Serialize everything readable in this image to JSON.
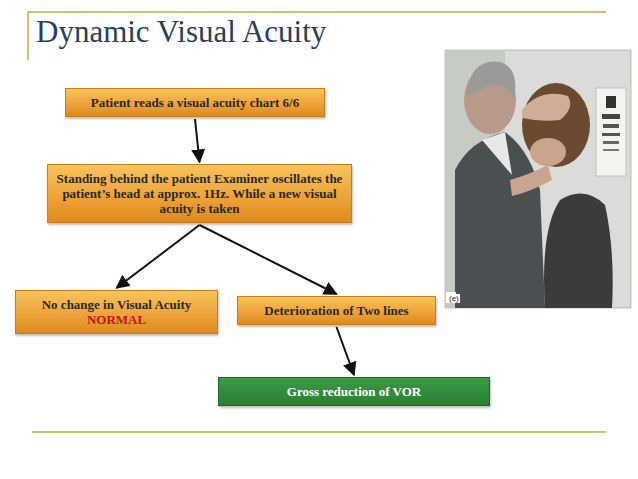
{
  "diagram": {
    "title": "Dynamic Visual Acuity",
    "nodes": [
      {
        "text": [
          "Patient reads a visual acuity chart 6/6"
        ]
      },
      {
        "text": [
          "Standing behind the patient Examiner oscillates the patient’s head at approx. 1Hz. While a new visual acuity is taken"
        ]
      },
      {
        "text": [
          "No change in Visual Acuity",
          "NORMAL"
        ]
      },
      {
        "text": [
          "Deterioration of Two lines"
        ]
      },
      {
        "text": [
          "Gross reduction of VOR"
        ]
      }
    ],
    "edges": [
      {
        "from": 0,
        "to": 1,
        "arrow": "to"
      },
      {
        "from": 1,
        "to": 2,
        "arrow": "to"
      },
      {
        "from": 1,
        "to": 3,
        "arrow": "to"
      },
      {
        "from": 3,
        "to": 4,
        "arrow": "to"
      }
    ],
    "labels": [
      "(e)"
    ]
  }
}
